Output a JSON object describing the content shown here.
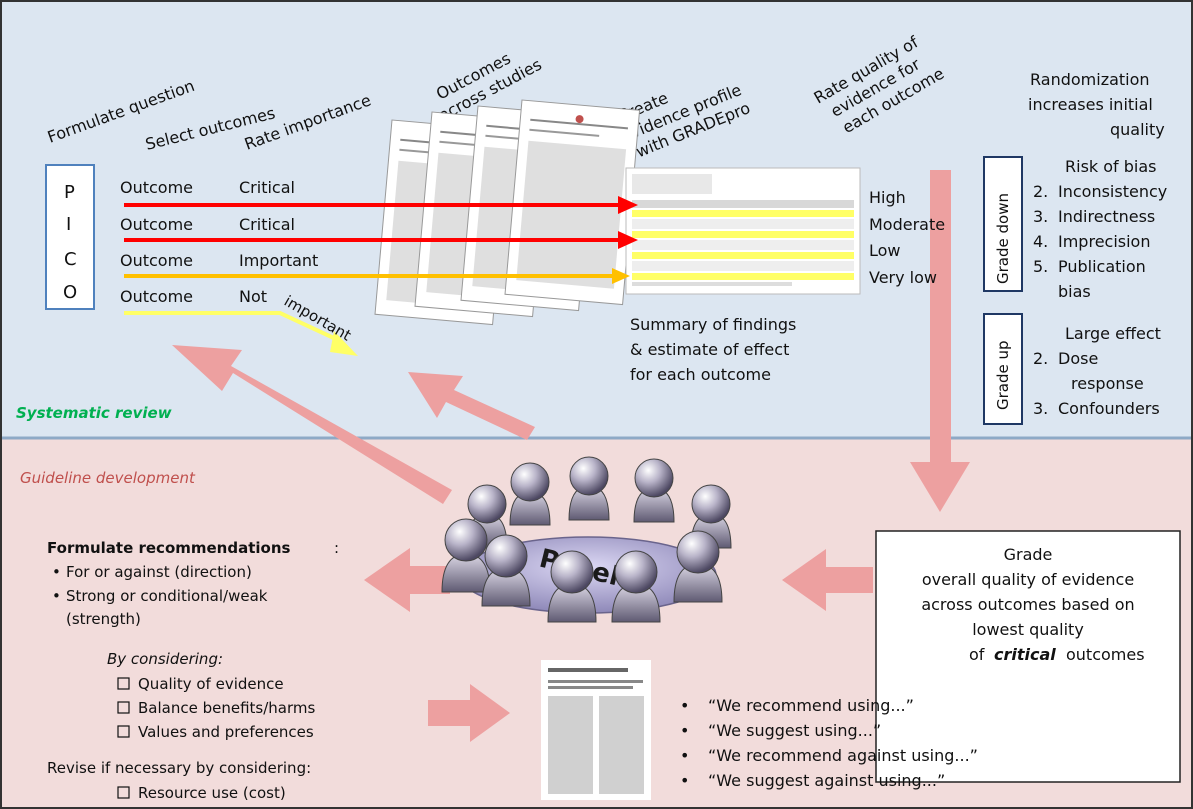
{
  "colors": {
    "top_bg": "#dce6f1",
    "bottom_bg": "#f2dcdb",
    "red_arrow": "#ff0000",
    "orange_arrow": "#ffc000",
    "yellow_arrow": "#ffff66",
    "pink_arrow": "#eda0a0",
    "green_label": "#00b050",
    "red_label": "#c0504d",
    "box_border": "#4f81bd"
  },
  "sections": {
    "systematic_review": "Systematic review",
    "guideline_development": "Guideline development"
  },
  "steps": {
    "formulate_question": "Formulate question",
    "select_outcomes": "Select outcomes",
    "rate_importance": "Rate importance",
    "outcomes_l1": "Outcomes",
    "outcomes_l2": "across studies",
    "create_l1": "Create",
    "create_l2": "evidence profile",
    "create_l3": "with GRADEpro",
    "rate_q_l1": "Rate quality of",
    "rate_q_l2": "evidence for",
    "rate_q_l3": "each outcome"
  },
  "pico": [
    "P",
    "I",
    "C",
    "O"
  ],
  "outcomes": [
    {
      "label": "Outcome",
      "importance": "Critical"
    },
    {
      "label": "Outcome",
      "importance": "Critical"
    },
    {
      "label": "Outcome",
      "importance": "Important"
    },
    {
      "label": "Outcome",
      "importance": "Not"
    }
  ],
  "not_important_tail": "important",
  "quality_levels": [
    "High",
    "Moderate",
    "Low",
    "Very low"
  ],
  "randomization": [
    "Randomization",
    "increases initial",
    "quality"
  ],
  "grade_down": {
    "label": "Grade down",
    "items": [
      "Risk of bias",
      "Inconsistency",
      "Indirectness",
      "Imprecision",
      "Publication",
      "bias"
    ],
    "numbers": [
      "2.",
      "3.",
      "4.",
      "5."
    ]
  },
  "grade_up": {
    "label": "Grade up",
    "items": [
      "Large effect",
      "Dose",
      "response",
      "Confounders"
    ],
    "numbers": [
      "2.",
      "3."
    ]
  },
  "summary": [
    "Summary of findings",
    "& estimate of effect",
    "for each outcome"
  ],
  "panel_label": "Panel",
  "grade_box": [
    "Grade",
    "overall quality of evidence",
    "across outcomes based on",
    "lowest quality",
    "of",
    "critical",
    "outcomes"
  ],
  "recommendations": {
    "title": "Formulate  recommendations",
    "title_colon": ":",
    "bullets": [
      "For or against (direction)",
      "Strong or conditional/weak",
      "(strength)"
    ],
    "considering_title": "By considering:",
    "considering": [
      "Quality of evidence",
      "Balance benefits/harms",
      "Values and preferences"
    ],
    "revise": "Revise if necessary by considering:",
    "resource": "Resource use (cost)"
  },
  "phrases": [
    "“We recommend using...”",
    "“We suggest using...”",
    "“We recommend against using...”",
    "“We suggest against using...”"
  ]
}
